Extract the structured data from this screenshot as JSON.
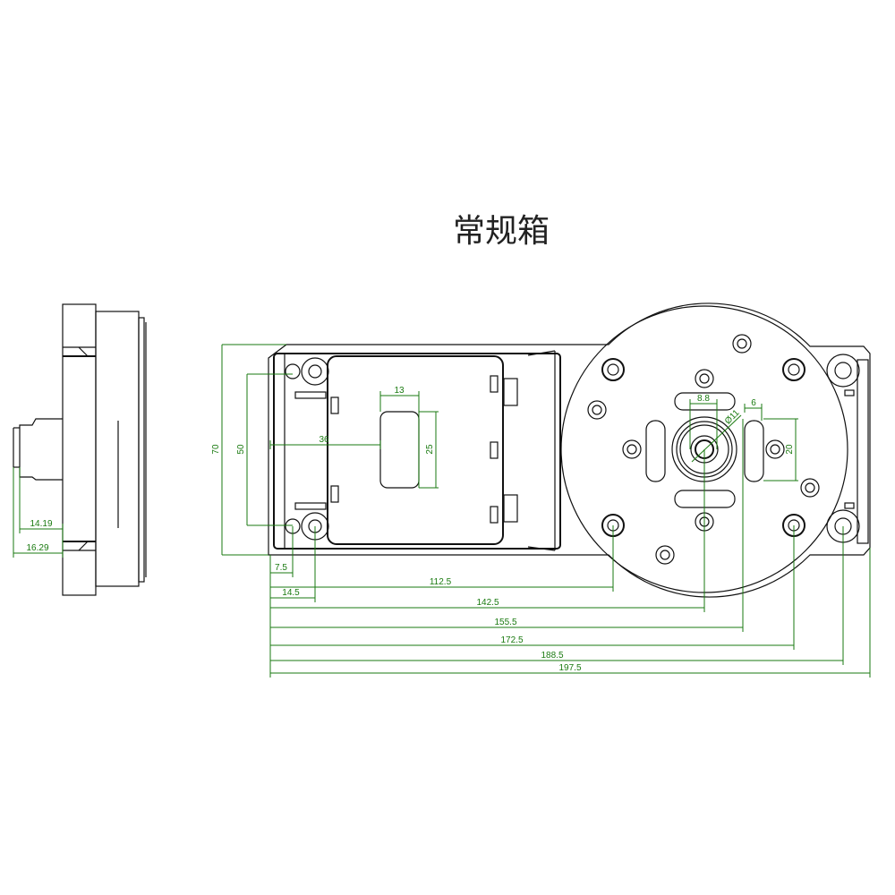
{
  "title": "常规箱",
  "side_view": {
    "dims": {
      "shaft_length_1": "14.19",
      "shaft_length_2": "16.29"
    }
  },
  "front_view": {
    "dims": {
      "height": "70",
      "mount_spacing": "50",
      "window_offset": "36",
      "window_width": "13",
      "window_height": "25",
      "spline_width": "8.8",
      "slot_width": "6",
      "shaft_diameter": "Ø11",
      "slot_length": "20",
      "d7_5": "7.5",
      "d14_5": "14.5",
      "d112_5": "112.5",
      "d142_5": "142.5",
      "d155_5": "155.5",
      "d172_5": "172.5",
      "d188_5": "188.5",
      "d197_5": "197.5"
    }
  },
  "colors": {
    "line": "#111111",
    "dimension": "#1a7a10"
  }
}
